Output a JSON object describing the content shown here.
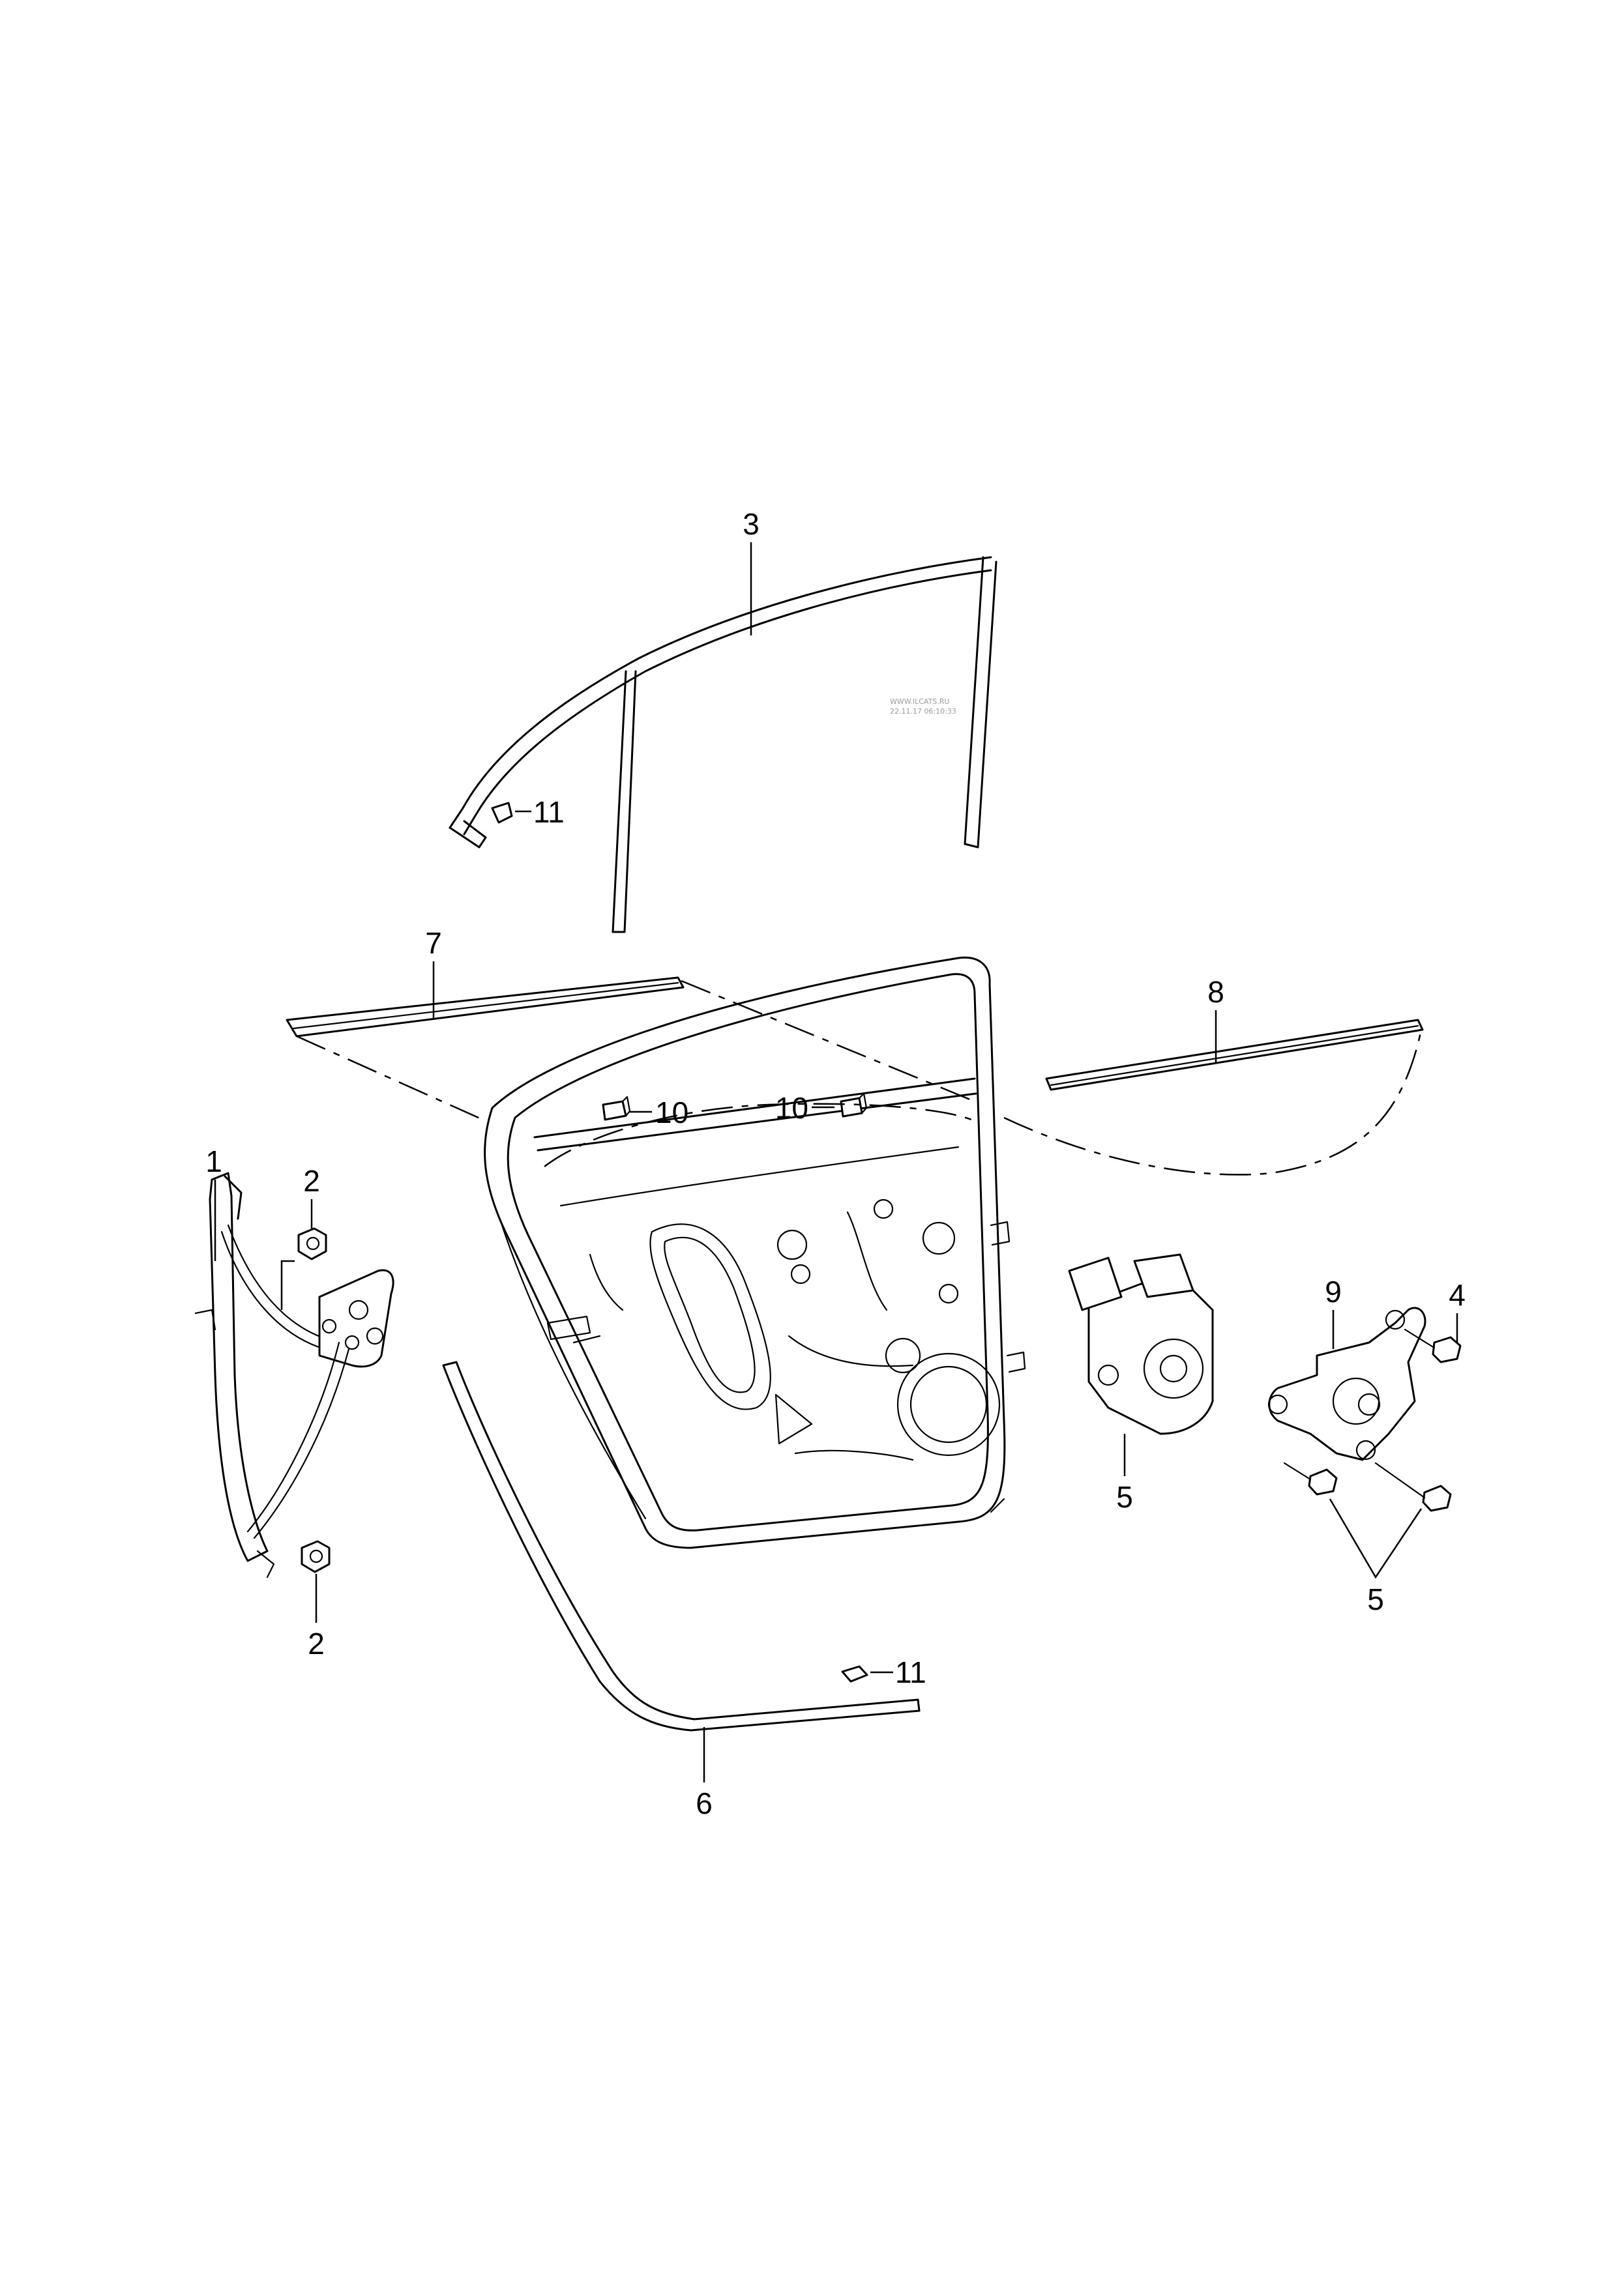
{
  "diagram": {
    "callouts": [
      {
        "id": "c1",
        "text": "1"
      },
      {
        "id": "c2a",
        "text": "2"
      },
      {
        "id": "c2b",
        "text": "2"
      },
      {
        "id": "c3",
        "text": "3"
      },
      {
        "id": "c4",
        "text": "4"
      },
      {
        "id": "c5a",
        "text": "5"
      },
      {
        "id": "c5b",
        "text": "5"
      },
      {
        "id": "c6",
        "text": "6"
      },
      {
        "id": "c7",
        "text": "7"
      },
      {
        "id": "c8",
        "text": "8"
      },
      {
        "id": "c9",
        "text": "9"
      },
      {
        "id": "c10a",
        "text": "10"
      },
      {
        "id": "c10b",
        "text": "10"
      },
      {
        "id": "c11a",
        "text": "11"
      },
      {
        "id": "c11b",
        "text": "11"
      }
    ],
    "watermark": {
      "line1": "WWW.ILCATS.RU",
      "line2": "22.11.17 06:10:33"
    }
  }
}
